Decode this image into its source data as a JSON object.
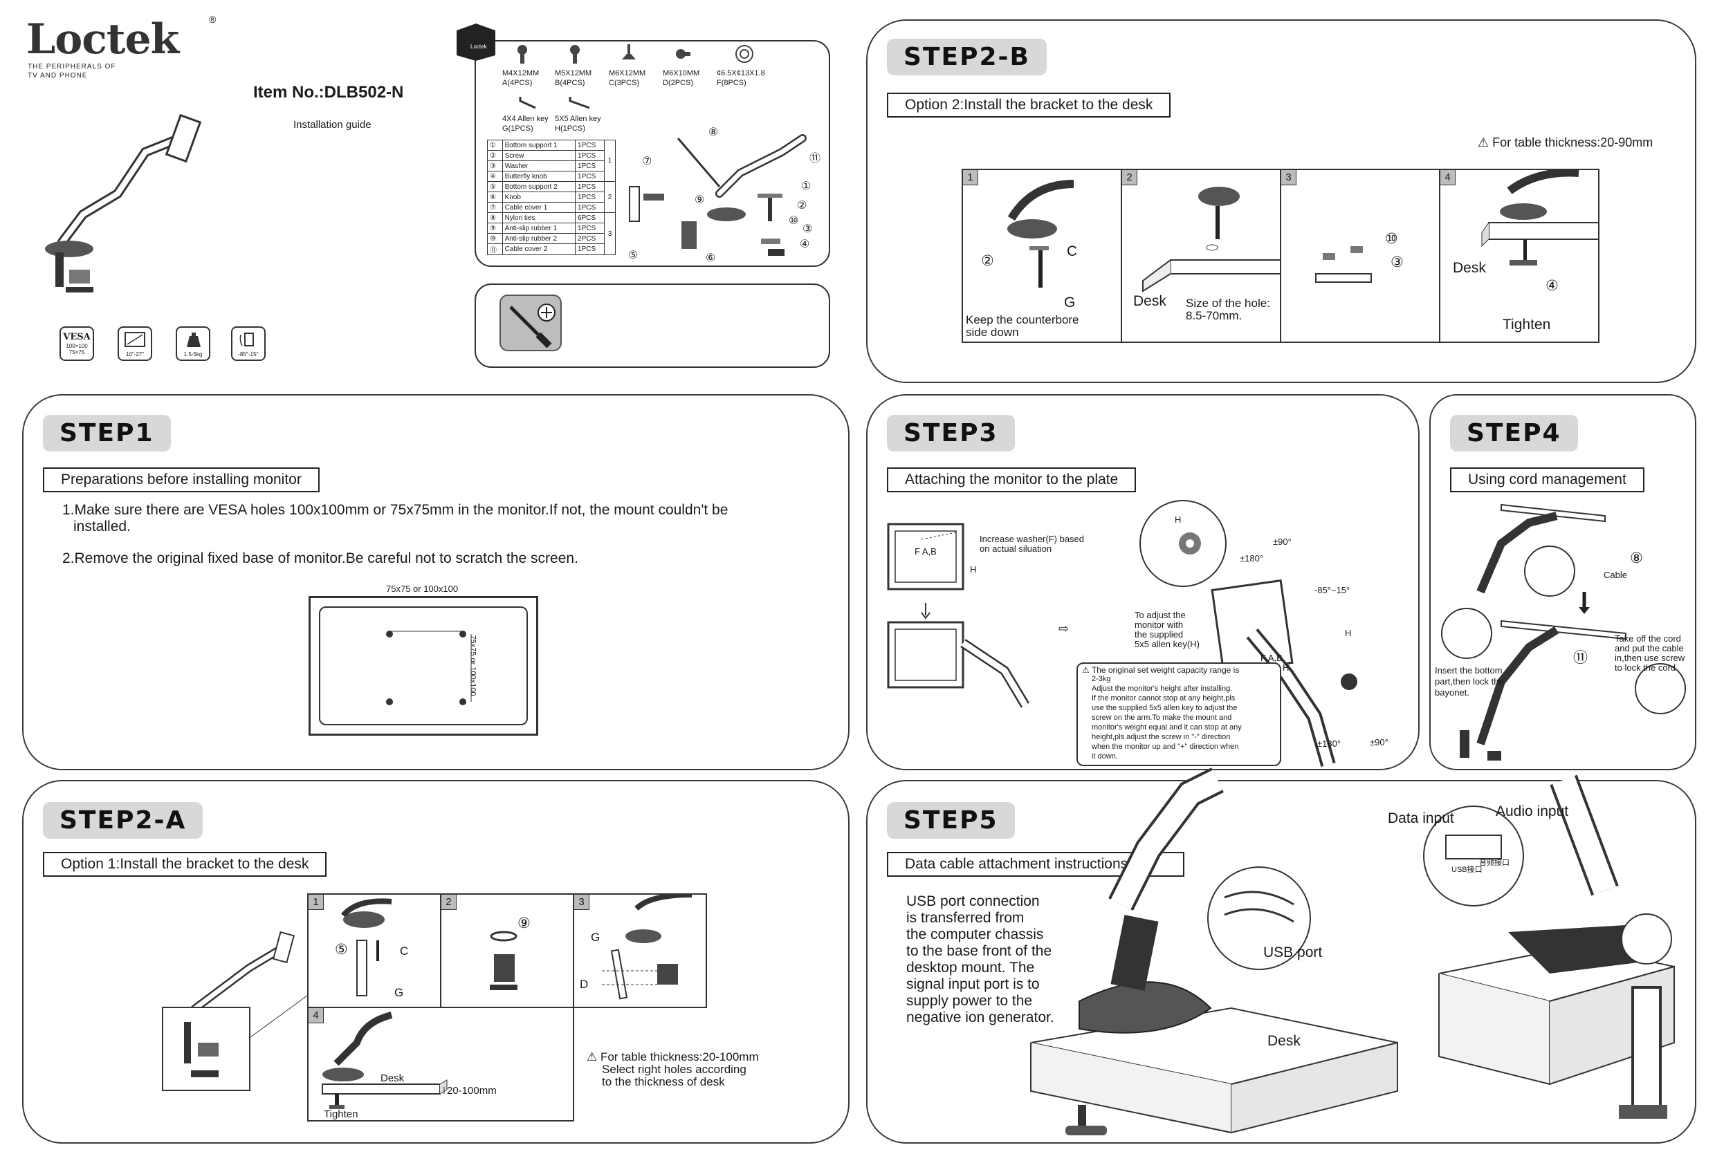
{
  "brand": {
    "logo": "Loctek",
    "registered": "®",
    "tagline_line1": "THE PERIPHERALS OF",
    "tagline_line2": "TV AND PHONE"
  },
  "item_no": "Item No.:DLB502-N",
  "guide": "Installation guide",
  "spec_icons": [
    {
      "icon": "vesa-icon",
      "title": "VESA",
      "line1": "100×100",
      "line2": "75×75"
    },
    {
      "icon": "screen-size-icon",
      "label": "10\"-27\""
    },
    {
      "icon": "weight-icon",
      "label": "1.5-5kg"
    },
    {
      "icon": "tilt-icon",
      "label": "-85°-15°"
    }
  ],
  "parts": {
    "hardware": [
      {
        "size": "M4X12MM",
        "qty": "A(4PCS)"
      },
      {
        "size": "M5X12MM",
        "qty": "B(4PCS)"
      },
      {
        "size": "M6X12MM",
        "qty": "C(3PCS)"
      },
      {
        "size": "M6X10MM",
        "qty": "D(2PCS)"
      },
      {
        "size": "¢6.5X¢13X1.8",
        "qty": "F(8PCS)"
      }
    ],
    "keys": [
      {
        "size": "4X4 Allen key",
        "qty": "G(1PCS)"
      },
      {
        "size": "5X5 Allen key",
        "qty": "H(1PCS)"
      }
    ],
    "list": [
      {
        "n": "①",
        "name": "Bottom support 1",
        "qty": "1PCS",
        "group": "1"
      },
      {
        "n": "②",
        "name": "Screw",
        "qty": "1PCS",
        "group": ""
      },
      {
        "n": "③",
        "name": "Washer",
        "qty": "1PCS",
        "group": ""
      },
      {
        "n": "④",
        "name": "Butterfly knob",
        "qty": "1PCS",
        "group": ""
      },
      {
        "n": "⑤",
        "name": "Bottom support 2",
        "qty": "1PCS",
        "group": "2"
      },
      {
        "n": "⑥",
        "name": "Knob",
        "qty": "1PCS",
        "group": ""
      },
      {
        "n": "⑦",
        "name": "Cable cover 1",
        "qty": "1PCS",
        "group": ""
      },
      {
        "n": "⑧",
        "name": "Nylon ties",
        "qty": "6PCS",
        "group": "3"
      },
      {
        "n": "⑨",
        "name": "Anti-slip rubber 1",
        "qty": "1PCS",
        "group": ""
      },
      {
        "n": "⑩",
        "name": "Anti-slip rubber 2",
        "qty": "2PCS",
        "group": ""
      },
      {
        "n": "⑪",
        "name": "Cable cover 2",
        "qty": "1PCS",
        "group": ""
      }
    ],
    "callouts": [
      "⑦",
      "⑧",
      "⑨",
      "⑤",
      "⑥",
      "⑪",
      "①",
      "②",
      "⑩",
      "③",
      "④"
    ]
  },
  "step1": {
    "badge": "STEP1",
    "subtitle": "Preparations before installing monitor",
    "line1": "1.Make sure there are VESA holes 100x100mm or 75x75mm in the monitor.If not, the mount couldn't be",
    "line1b": "installed.",
    "line2": "2.Remove the original fixed base of monitor.Be careful not to scratch the screen.",
    "dim_top": "75x75 or 100x100",
    "dim_side": "75x75 or 100x100"
  },
  "step2a": {
    "badge": "STEP2-A",
    "subtitle": "Option 1:Install the bracket to the desk",
    "cells": [
      "1",
      "2",
      "3",
      "4"
    ],
    "labels": {
      "c5": "⑤",
      "c": "C",
      "g": "G",
      "n9": "⑨",
      "g2": "G",
      "d": "D",
      "desk": "Desk",
      "thick": "20-100mm",
      "tighten": "Tighten"
    },
    "note1": "For table thickness:20-100mm",
    "note2": "Select right holes according",
    "note3": "to the thickness of desk"
  },
  "step2b": {
    "badge": "STEP2-B",
    "subtitle": "Option 2:Install the bracket to the desk",
    "note": "For table thickness:20-90mm",
    "cells": [
      "1",
      "2",
      "3",
      "4"
    ],
    "labels": {
      "n2": "②",
      "c": "C",
      "g": "G",
      "keep1": "Keep the counterbore",
      "keep2": "side down",
      "desk": "Desk",
      "hole1": "Size of the hole:",
      "hole2": "8.5-70mm.",
      "n10": "⑩",
      "n3": "③",
      "desk2": "Desk",
      "n4": "④",
      "tighten": "Tighten"
    }
  },
  "step3": {
    "badge": "STEP3",
    "subtitle": "Attaching the monitor to the plate",
    "fab": "F A,B",
    "h": "H",
    "washer1": "Increase washer(F) based",
    "washer2": "on actual siluation",
    "adjust": [
      "To adjust the",
      "monitor with",
      "the supplied",
      "5x5 allen key(H)"
    ],
    "rot1": "±180°",
    "rot2": "±90°",
    "tilt": "-85°~15°",
    "rot3": "±180°",
    "rot4": "±90°",
    "fab2": "F A,B",
    "h2": "H",
    "h3": "H",
    "h4": "H",
    "warn_title": "The original set weight capacity range is",
    "warn_lines": [
      "2-3kg",
      "Adjust the monitor's height after installing.",
      "If the monitor cannot stop at any height,pls",
      "use the supplied 5x5 allen key to adjust the",
      "screw on the arm.To make the mount and",
      "monitor's weight equal and it can stop at any",
      "height,pls adjust the screw in \"-\" direction",
      "when the monitor up and \"+\" direction when",
      "it down."
    ]
  },
  "step4": {
    "badge": "STEP4",
    "subtitle": "Using cord management",
    "n8": "⑧",
    "cable": "Cable",
    "n11": "⑪",
    "insert": [
      "Insert the bottom",
      "part,then lock the",
      "bayonet."
    ],
    "takeoff": [
      "Take off the cord",
      "and put the cable",
      "in,then use screw",
      "to lock the cord"
    ]
  },
  "step5": {
    "badge": "STEP5",
    "subtitle": "Data cable attachment instructions",
    "desc": [
      "USB port connection",
      "is transferred from",
      "the computer chassis",
      "to the base front of the",
      "desktop mount. The",
      "signal input port is to",
      "supply power to the",
      "negative ion generator."
    ],
    "usb": "USB port",
    "desk": "Desk",
    "data_input": "Data input",
    "audio_input": "Audio input",
    "port1": "USB接口",
    "port2": "音频接口"
  }
}
